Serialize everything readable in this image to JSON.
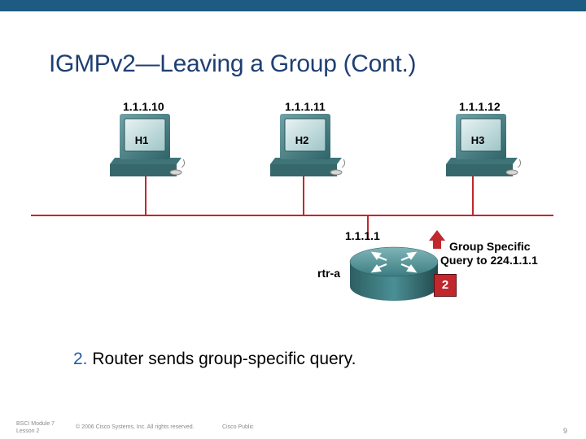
{
  "slide": {
    "title": "IGMPv2—Leaving a Group (Cont.)",
    "caption_number": "2.",
    "caption_text": " Router sends group-specific query.",
    "page_number": "9"
  },
  "hosts": [
    {
      "name": "H1",
      "ip": "1.1.1.10"
    },
    {
      "name": "H2",
      "ip": "1.1.1.11"
    },
    {
      "name": "H3",
      "ip": "1.1.1.12"
    }
  ],
  "router": {
    "name": "rtr-a",
    "ip": "1.1.1.1"
  },
  "callout": {
    "line1": "Group Specific",
    "line2": "Query to 224.1.1.1",
    "step": "2"
  },
  "colors": {
    "top_bar": "#1d5b82",
    "title": "#1f3f73",
    "link": "#c0282d",
    "arrow": "#c0282d",
    "router": "#3b8a8f",
    "monitor": "#4b7f84"
  },
  "footer": {
    "course_line1": "BSCI Module 7",
    "course_line2": "Lesson 2",
    "copyright": "© 2006 Cisco Systems, Inc. All rights reserved.",
    "classification": "Cisco Public"
  }
}
